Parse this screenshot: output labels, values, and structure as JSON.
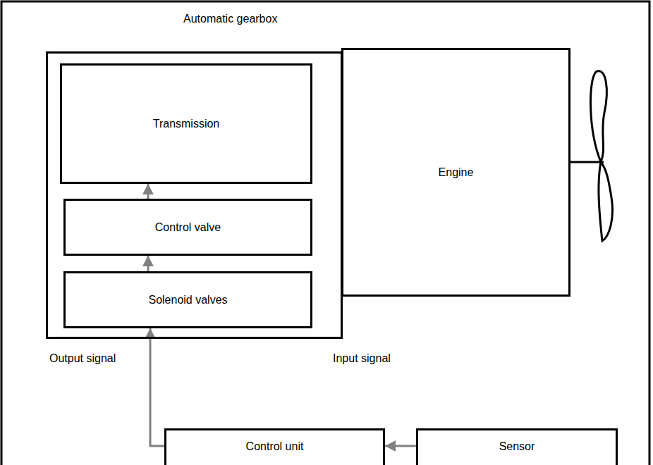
{
  "diagram": {
    "nodes": [
      {
        "text": [
          "Automatic gearbox"
        ]
      },
      {
        "text": [
          "Transmission"
        ],
        "in": 0
      },
      {
        "text": [
          "Control valve"
        ],
        "in": 0
      },
      {
        "text": [
          "Solenoid valves"
        ],
        "in": 0
      },
      {
        "text": [
          "Engine"
        ]
      },
      {
        "text": [
          "Control unit"
        ]
      },
      {
        "text": [
          "Sensor"
        ]
      }
    ],
    "edges": [
      {
        "from": 3,
        "to": 2,
        "arrow": "to"
      },
      {
        "from": 2,
        "to": 1,
        "arrow": "to"
      },
      {
        "from": 5,
        "to": 3,
        "arrow": "to"
      },
      {
        "from": 6,
        "to": 5,
        "arrow": "to"
      }
    ],
    "labels": [
      "Output signal",
      "Input signal"
    ]
  }
}
